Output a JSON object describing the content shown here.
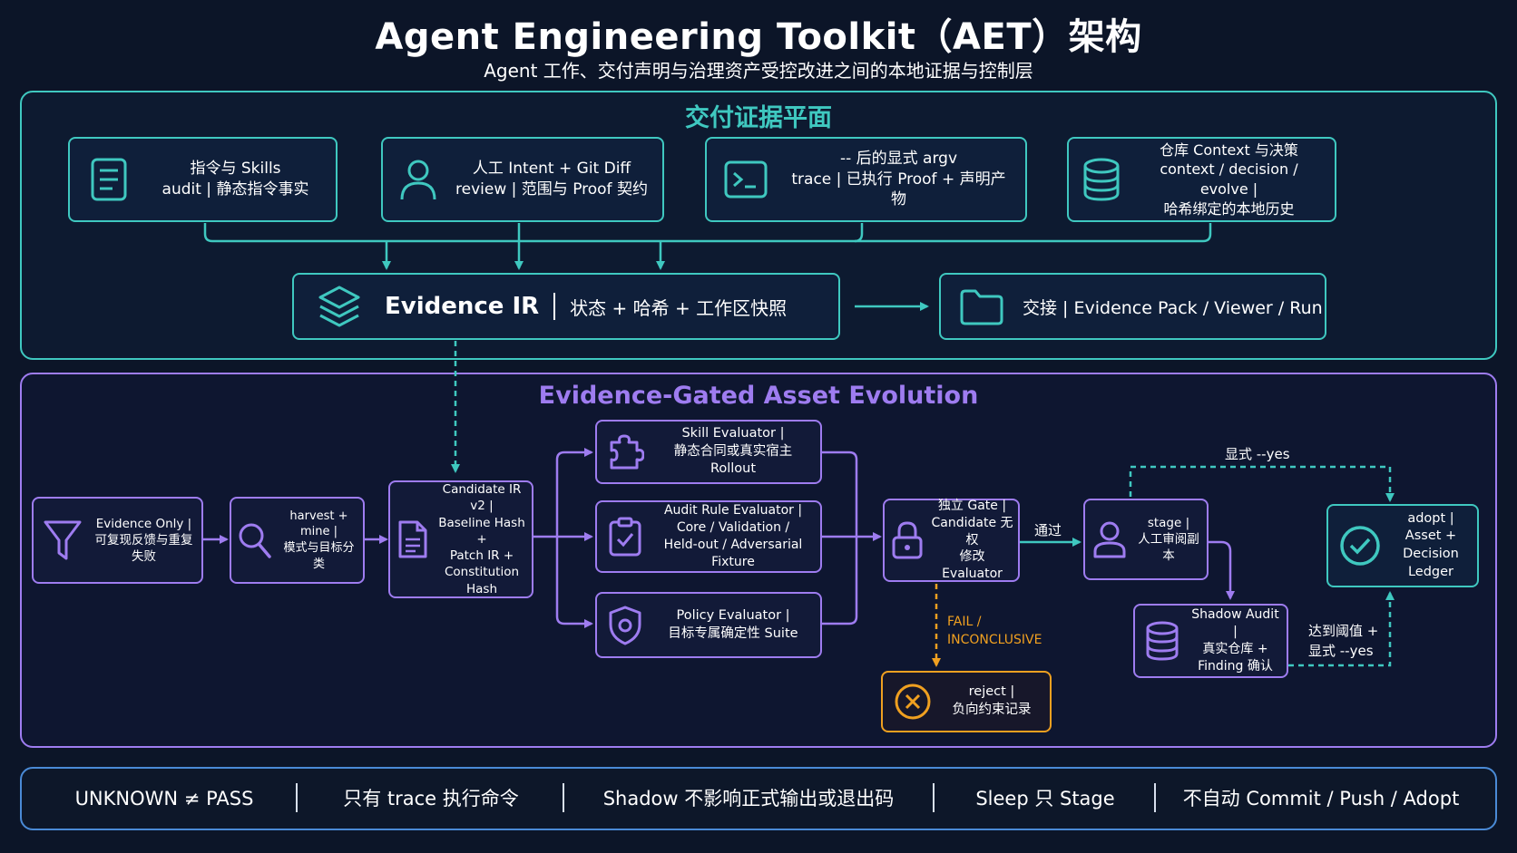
{
  "header": {
    "title": "Agent Engineering Toolkit（AET）架构",
    "subtitle": "Agent 工作、交付声明与治理资产受控改进之间的本地证据与控制层"
  },
  "delivery_plane": {
    "title": "交付证据平面",
    "sources": [
      {
        "icon": "document-icon",
        "line1": "指令与 Skills",
        "line2": "audit | 静态指令事实"
      },
      {
        "icon": "person-icon",
        "line1": "人工 Intent + Git Diff",
        "line2": "review | 范围与 Proof 契约"
      },
      {
        "icon": "terminal-icon",
        "line1": "-- 后的显式 argv",
        "line2": "trace | 已执行 Proof + 声明产物"
      },
      {
        "icon": "database-icon",
        "line1": "仓库 Context 与决策",
        "line2": "context / decision / evolve |",
        "line3": "哈希绑定的本地历史"
      }
    ],
    "evidence_ir": {
      "icon": "layers-icon",
      "name": "Evidence IR",
      "desc": "状态 + 哈希 + 工作区快照"
    },
    "handoff": {
      "icon": "folder-icon",
      "text": "交接 | Evidence Pack / Viewer / Run"
    }
  },
  "evolution": {
    "title": "Evidence-Gated Asset Evolution",
    "evidence_only": {
      "line1": "Evidence Only |",
      "line2": "可复现反馈与重复失败"
    },
    "harvest": {
      "line1": "harvest + mine |",
      "line2": "模式与目标分类"
    },
    "candidate": {
      "line1": "Candidate IR v2 |",
      "line2": "Baseline Hash +",
      "line3": "Patch IR +",
      "line4": "Constitution Hash"
    },
    "skill_eval": {
      "line1": "Skill Evaluator |",
      "line2": "静态合同或真实宿主 Rollout"
    },
    "audit_eval": {
      "line1": "Audit Rule Evaluator |",
      "line2": "Core / Validation /",
      "line3": "Held-out / Adversarial Fixture"
    },
    "policy_eval": {
      "line1": "Policy Evaluator |",
      "line2": "目标专属确定性 Suite"
    },
    "gate": {
      "line1": "独立 Gate |",
      "line2": "Candidate 无权",
      "line3": "修改 Evaluator"
    },
    "pass_label": "通过",
    "fail_label_1": "FAIL /",
    "fail_label_2": "INCONCLUSIVE",
    "reject": {
      "line1": "reject |",
      "line2": "负向约束记录"
    },
    "stage": {
      "line1": "stage |",
      "line2": "人工审阅副本"
    },
    "explicit_yes": "显式 --yes",
    "shadow": {
      "line1": "Shadow Audit |",
      "line2": "真实仓库 +",
      "line3": "Finding 确认"
    },
    "threshold_1": "达到阈值 +",
    "threshold_2": "显式 --yes",
    "adopt": {
      "line1": "adopt |",
      "line2": "Asset +",
      "line3": "Decision Ledger"
    }
  },
  "principles": [
    "UNKNOWN ≠ PASS",
    "只有 trace 执行命令",
    "Shadow 不影响正式输出或退出码",
    "Sleep 只 Stage",
    "不自动 Commit / Push / Adopt"
  ],
  "colors": {
    "teal": "#3fc8c0",
    "purple": "#9e7cf0",
    "blue": "#4a8ad6",
    "orange": "#f0a020",
    "background": "#0c1528"
  }
}
